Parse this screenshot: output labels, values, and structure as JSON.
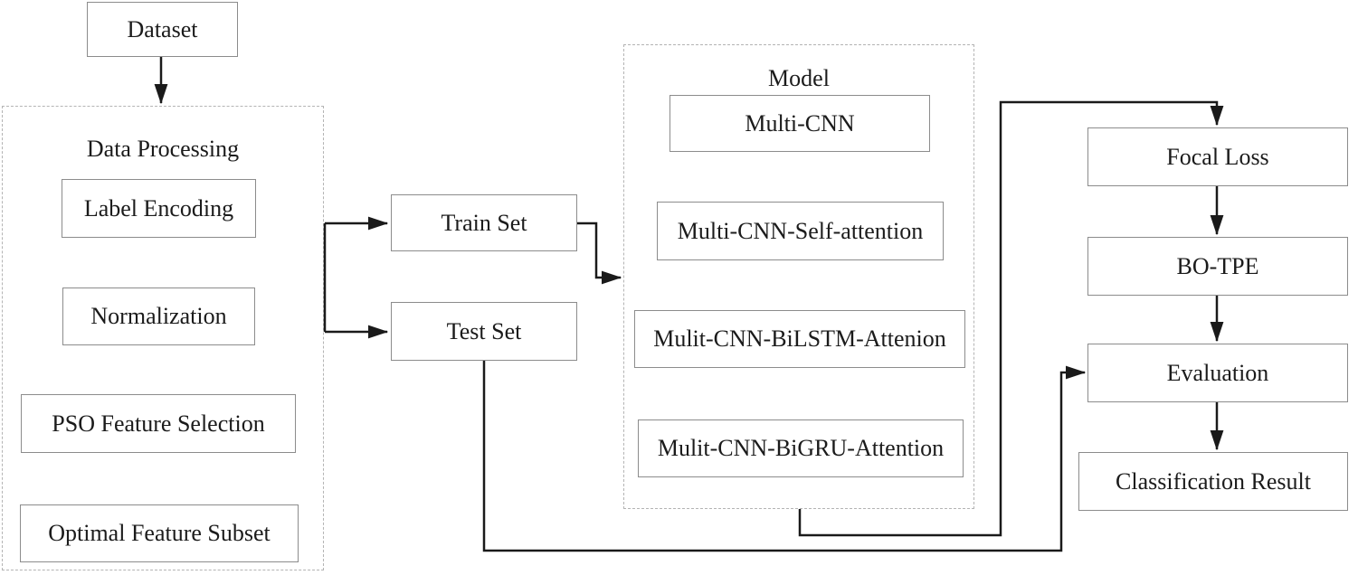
{
  "containers": {
    "data_processing": {
      "label": "Data Processing"
    },
    "model": {
      "label": "Model"
    }
  },
  "nodes": {
    "dataset": {
      "label": "Dataset"
    },
    "label_encoding": {
      "label": "Label Encoding"
    },
    "normalization": {
      "label": "Normalization"
    },
    "pso_feature_selection": {
      "label": "PSO Feature Selection"
    },
    "optimal_feature_subset": {
      "label": "Optimal Feature Subset"
    },
    "train_set": {
      "label": "Train Set"
    },
    "test_set": {
      "label": "Test Set"
    },
    "multi_cnn": {
      "label": "Multi-CNN"
    },
    "multi_cnn_self_attention": {
      "label": "Multi-CNN-Self-attention"
    },
    "mulit_cnn_bilstm_attenion": {
      "label": "Mulit-CNN-BiLSTM-Attenion"
    },
    "mulit_cnn_bigru_attention": {
      "label": "Mulit-CNN-BiGRU-Attention"
    },
    "focal_loss": {
      "label": "Focal Loss"
    },
    "bo_tpe": {
      "label": "BO-TPE"
    },
    "evaluation": {
      "label": "Evaluation"
    },
    "classification_result": {
      "label": "Classification Result"
    }
  },
  "edges": [
    "dataset -> data_processing",
    "data_processing -> train_set",
    "data_processing -> test_set",
    "train_set -> model",
    "model -> focal_loss",
    "focal_loss -> bo_tpe",
    "bo_tpe -> evaluation",
    "evaluation -> classification_result",
    "test_set -> evaluation"
  ],
  "colors": {
    "line": "#1a1a1a",
    "box_border": "#8c8c8c",
    "container_border": "#b4b4b4",
    "text": "#1b1b1b",
    "background": "#ffffff"
  }
}
